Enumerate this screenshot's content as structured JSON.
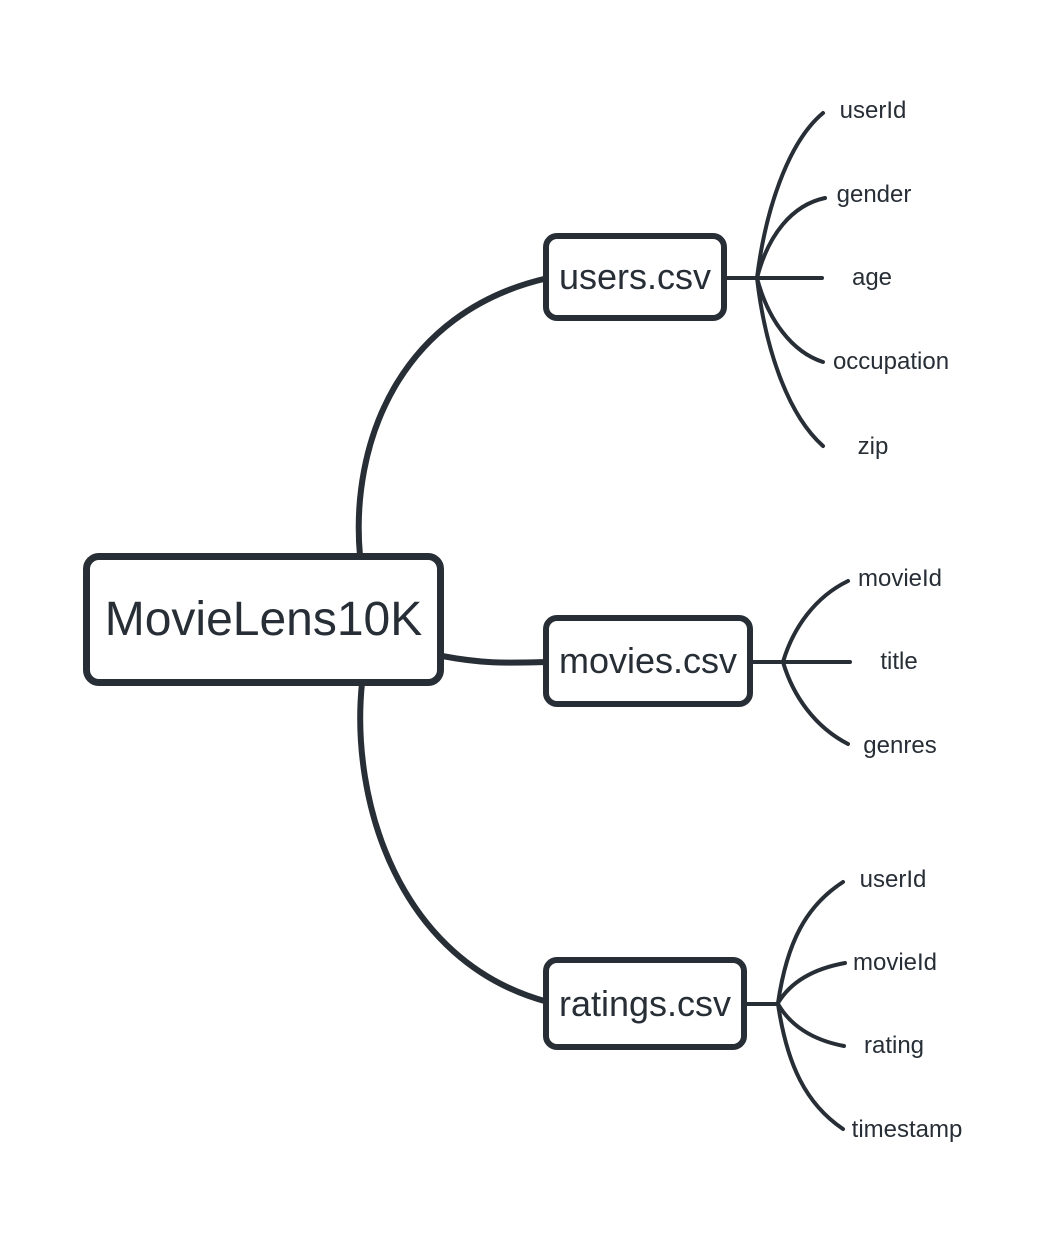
{
  "diagram": {
    "type": "mindmap",
    "root": {
      "label": "MovieLens10K"
    },
    "children": [
      {
        "label": "users.csv",
        "fields": [
          "userId",
          "gender",
          "age",
          "occupation",
          "zip"
        ]
      },
      {
        "label": "movies.csv",
        "fields": [
          "movieId",
          "title",
          "genres"
        ]
      },
      {
        "label": "ratings.csv",
        "fields": [
          "userId",
          "movieId",
          "rating",
          "timestamp"
        ]
      }
    ],
    "colors": {
      "ink": "#272e36",
      "background": "#ffffff"
    }
  }
}
